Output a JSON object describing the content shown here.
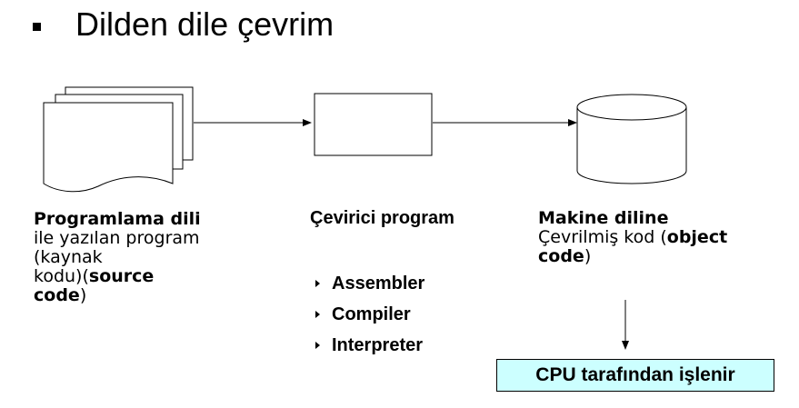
{
  "heading": {
    "text": "Dilden dile çevrim"
  },
  "source": {
    "title": "Programlama dili",
    "line2": "ile yazılan program",
    "line3": "(kaynak",
    "line4_prefix": "kodu)(",
    "line4_bold": "source",
    "line5_bold": "code",
    "line5_suffix": ")"
  },
  "translator": {
    "title": "Çevirici program",
    "items": [
      "Assembler",
      "Compiler",
      "Interpreter"
    ]
  },
  "machine": {
    "title": "Makine diline",
    "line2_prefix": "Çevrilmiş kod (",
    "line2_bold": "object",
    "line3_bold": "code",
    "line3_suffix": ")"
  },
  "cpu": {
    "label": "CPU tarafından işlenir"
  },
  "colors": {
    "cpu_box_fill": "#ccffff"
  },
  "icons": {
    "heading_bullet": "square-bullet-icon",
    "list_bullet": "triangle-bullet-icon"
  }
}
